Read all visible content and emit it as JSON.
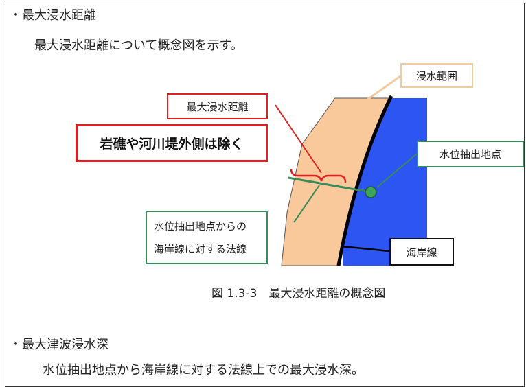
{
  "section1": {
    "heading": "・最大浸水距離",
    "body": "最大浸水距離について概念図を示す。"
  },
  "diagram": {
    "labels": {
      "inundation_range": "浸水範囲",
      "max_distance": "最大浸水距離",
      "exclusion_note": "岩礁や河川堤外側は除く",
      "extraction_point": "水位抽出地点",
      "normal_line_1": "水位抽出地点からの",
      "normal_line_2": "海岸線に対する法線",
      "shoreline": "海岸線"
    },
    "caption": "図 1.3-3　最大浸水距離の概念図",
    "colors": {
      "land": "#f9c99b",
      "sea": "#2d55f2",
      "shoreline": "#000000",
      "red_leader": "#e02020",
      "green_leader": "#3a8a5c",
      "range_border": "#f4caa0"
    }
  },
  "section2": {
    "heading": "・最大津波浸水深",
    "body": "水位抽出地点から海岸線に対する法線上での最大浸水深。"
  }
}
